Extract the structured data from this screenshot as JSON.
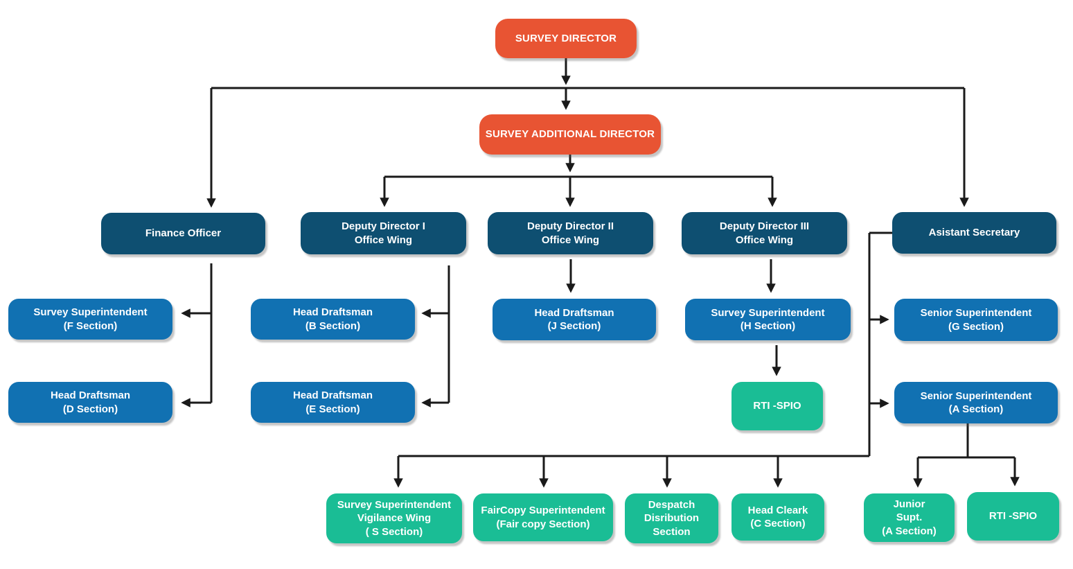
{
  "chart_title": "",
  "colors": {
    "accent_orange": "#E85433",
    "dark_navy": "#0E4F71",
    "medium_blue": "#1171B2",
    "teal_green": "#1ABD95",
    "connector": "#1A1A1A",
    "background": "#FFFFFF"
  },
  "nodes": {
    "survey_director": {
      "label": "SURVEY DIRECTOR"
    },
    "survey_additional_director": {
      "label": "SURVEY ADDITIONAL DIRECTOR"
    },
    "finance_officer": {
      "label": "Finance Officer"
    },
    "deputy_director_1": {
      "label": "Deputy Director I\nOffice Wing"
    },
    "deputy_director_2": {
      "label": "Deputy Director II\nOffice Wing"
    },
    "deputy_director_3": {
      "label": "Deputy Director III\nOffice Wing"
    },
    "asistant_secretary": {
      "label": "Asistant Secretary"
    },
    "survey_superintendent_f": {
      "label": "Survey Superintendent\n(F Section)"
    },
    "head_draftsman_b": {
      "label": "Head Draftsman\n(B Section)"
    },
    "head_draftsman_j": {
      "label": "Head Draftsman\n(J Section)"
    },
    "survey_superintendent_h": {
      "label": "Survey Superintendent\n(H Section)"
    },
    "senior_superintendent_g": {
      "label": "Senior Superintendent\n(G Section)"
    },
    "head_draftsman_d": {
      "label": "Head Draftsman\n(D Section)"
    },
    "head_draftsman_e": {
      "label": "Head Draftsman\n(E Section)"
    },
    "rti_spio_center": {
      "label": "RTI -SPIO"
    },
    "senior_superintendent_a": {
      "label": "Senior Superintendent\n(A Section)"
    },
    "survey_superintendent_vigilance": {
      "label": "Survey Superintendent\nVigilance Wing\n( S Section)"
    },
    "faircopy_superintendent": {
      "label": "FairCopy Superintendent\n(Fair copy Section)"
    },
    "despatch_disribution": {
      "label": "Despatch\nDisribution\nSection"
    },
    "head_cleark_c": {
      "label": "Head Cleark\n(C Section)"
    },
    "junior_supt_a": {
      "label": "Junior\nSupt.\n(A Section)"
    },
    "rti_spio_right": {
      "label": "RTI -SPIO"
    }
  }
}
